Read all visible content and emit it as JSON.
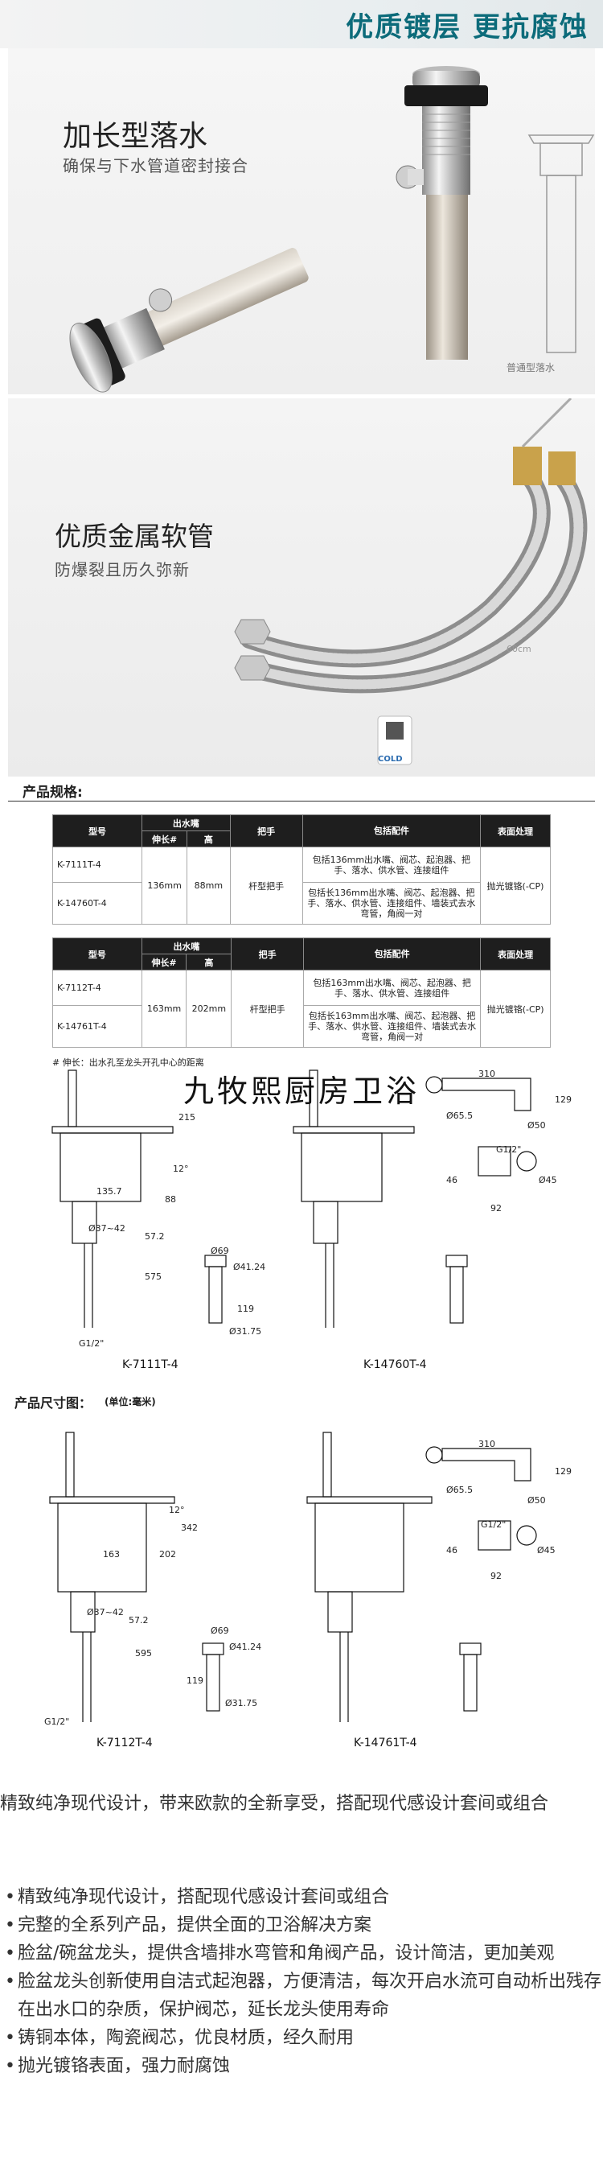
{
  "hero": {
    "title": "优质镀层 更抗腐蚀"
  },
  "drain": {
    "title": "加长型落水",
    "subtitle": "确保与下水管道密封接合",
    "normal_label": "普通型落水"
  },
  "hose": {
    "title": "优质金属软管",
    "subtitle": "防爆裂且历久弥新",
    "length_label": "60cm",
    "cold_label": "COLD"
  },
  "spec": {
    "label": "产品规格:",
    "headers": {
      "model": "型号",
      "spout": "出水嘴",
      "reach": "伸长#",
      "height": "高",
      "handle": "把手",
      "parts": "包括配件",
      "finish": "表面处理"
    },
    "table1": {
      "models": [
        "K-7111T-4",
        "K-14760T-4"
      ],
      "reach": "136mm",
      "height": "88mm",
      "handle": "杆型把手",
      "parts": [
        "包括136mm出水嘴、阀芯、起泡器、把手、落水、供水管、连接组件",
        "包括长136mm出水嘴、阀芯、起泡器、把手、落水、供水管、连接组件、墙装式去水弯管，角阀一对"
      ],
      "finish": "抛光镀铬(-CP)"
    },
    "table2": {
      "models": [
        "K-7112T-4",
        "K-14761T-4"
      ],
      "reach": "163mm",
      "height": "202mm",
      "handle": "杆型把手",
      "parts": [
        "包括163mm出水嘴、阀芯、起泡器、把手、落水、供水管、连接组件",
        "包括长163mm出水嘴、阀芯、起泡器、把手、落水、供水管、连接组件、墙装式去水弯管，角阀一对"
      ],
      "finish": "抛光镀铬(-CP)"
    },
    "note": "# 伸长：出水孔至龙头开孔中心的距离"
  },
  "brand": "九牧熙厨房卫浴",
  "drawings": {
    "size_label": "产品尺寸图：",
    "unit": "(单位:毫米)",
    "set1": {
      "left_name": "K-7111T-4",
      "right_name": "K-14760T-4",
      "dims": {
        "total": "215",
        "angle": "12°",
        "reach": "135.7",
        "body": "88",
        "dia": "Ø37~42",
        "base": "57.2",
        "tail": "575",
        "thread": "G1/2\"",
        "drain_top": "Ø69",
        "drain_mid": "Ø41.24",
        "drain_h": "119",
        "drain_bot": "Ø31.75",
        "trap_w": "310",
        "trap_h": "129",
        "trap_d1": "Ø65.5",
        "trap_d2": "Ø50",
        "valve_g": "G1/2\"",
        "valve_w": "46",
        "valve_d": "Ø45",
        "valve_l": "92"
      }
    },
    "set2": {
      "left_name": "K-7112T-4",
      "right_name": "K-14761T-4",
      "dims": {
        "total": "342",
        "angle": "12°",
        "reach": "163",
        "body": "202",
        "dia": "Ø37~42",
        "base": "57.2",
        "tail": "595",
        "thread": "G1/2\"",
        "drain_top": "Ø69",
        "drain_mid": "Ø41.24",
        "drain_h": "119",
        "drain_bot": "Ø31.75",
        "trap_w": "310",
        "trap_h": "129",
        "trap_d1": "Ø65.5",
        "trap_d2": "Ø50",
        "valve_g": "G1/2\"",
        "valve_w": "46",
        "valve_d": "Ø45",
        "valve_l": "92"
      }
    }
  },
  "intro": "精致纯净现代设计，带来欧款的全新享受，搭配现代感设计套间或组合",
  "features": [
    "精致纯净现代设计，搭配现代感设计套间或组合",
    "完整的全系列产品，提供全面的卫浴解决方案",
    "脸盆/碗盆龙头，提供含墙排水弯管和角阀产品，设计简洁，更加美观",
    "脸盆龙头创新使用自洁式起泡器，方便清洁，每次开启水流可自动析出残存在出水口的杂质，保护阀芯，延长龙头使用寿命",
    "铸铜本体，陶瓷阀芯，优良材质，经久耐用",
    "抛光镀铬表面，强力耐腐蚀"
  ]
}
